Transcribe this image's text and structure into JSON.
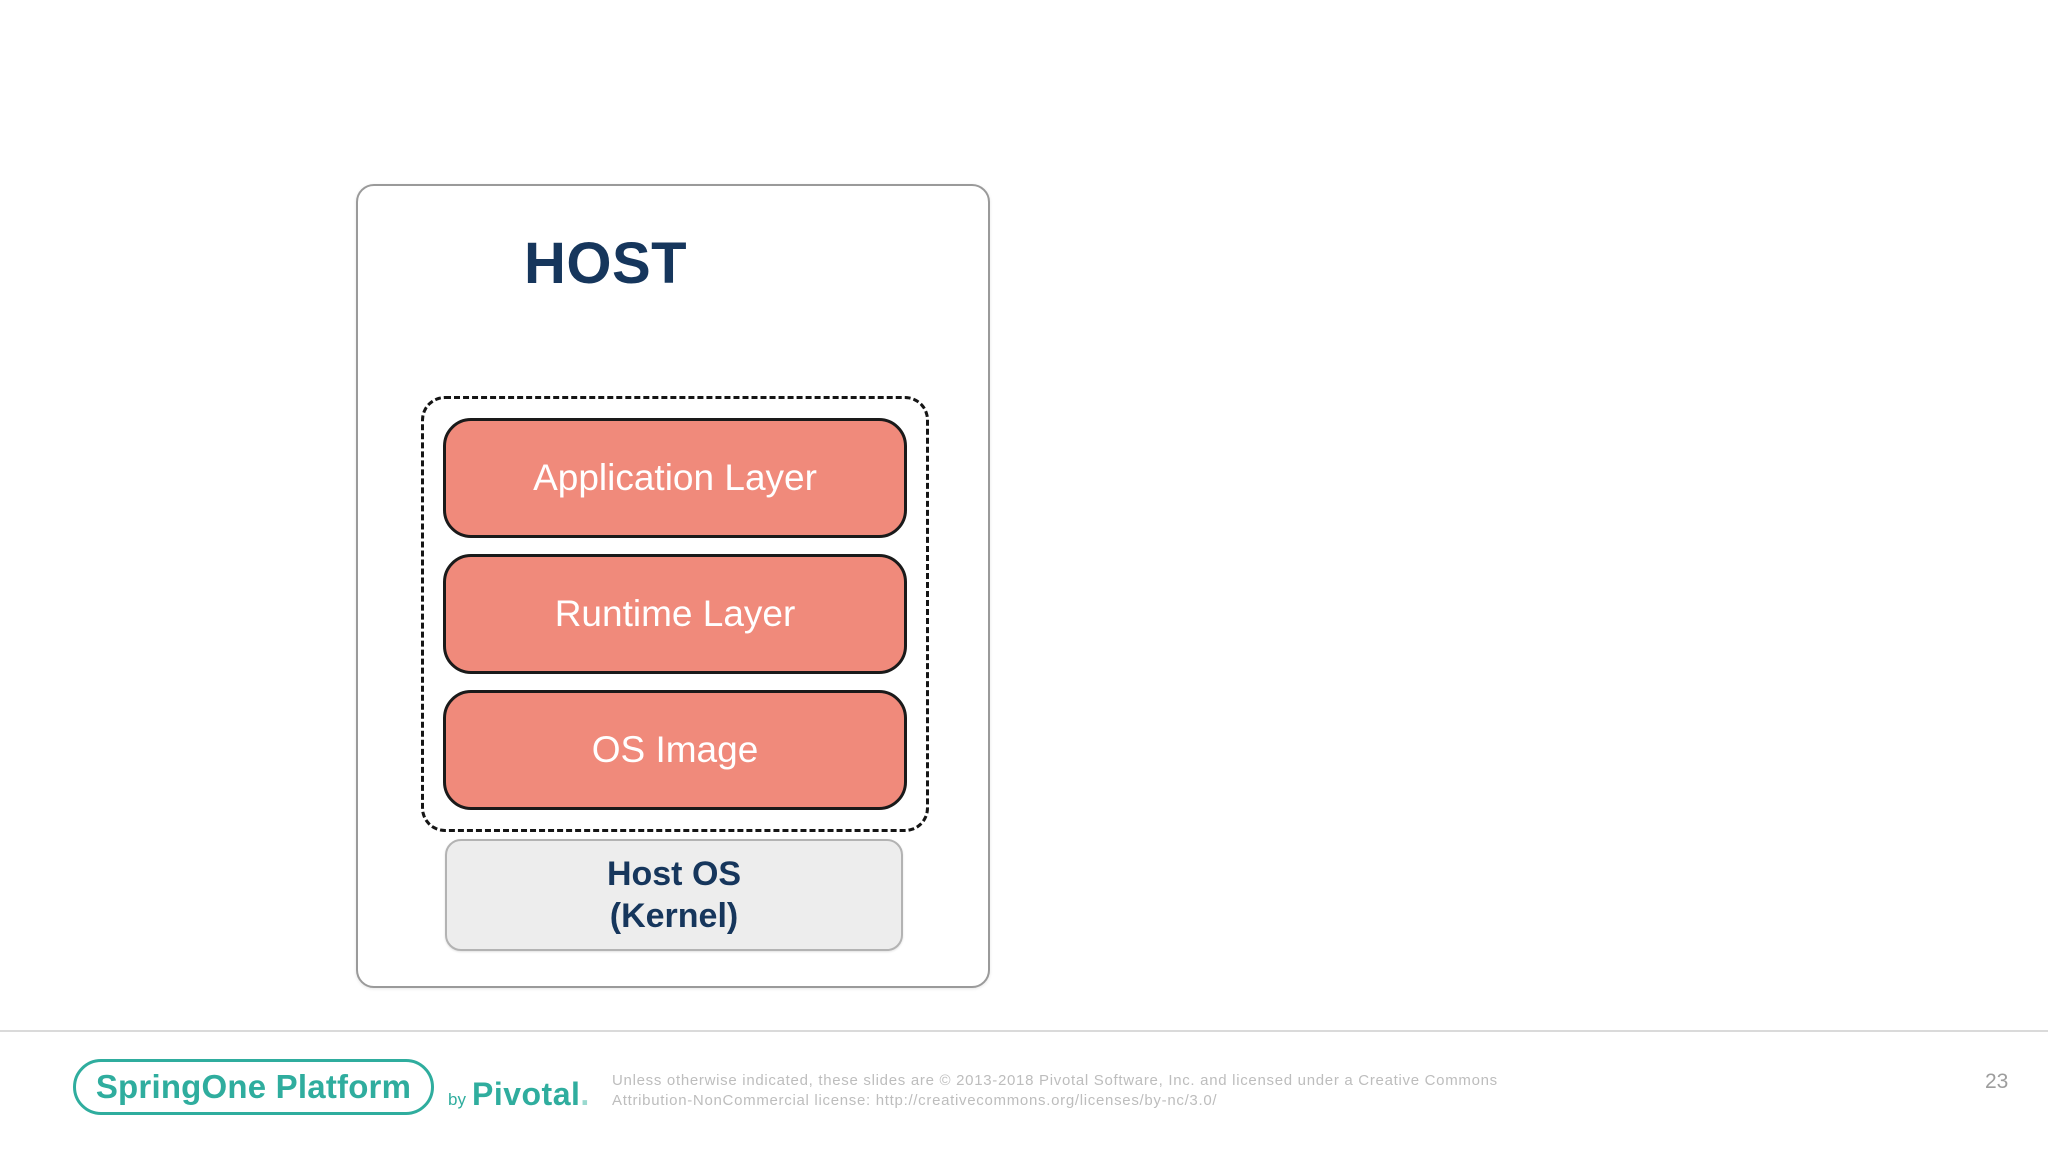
{
  "slide": {
    "diagram": {
      "title": "HOST",
      "layers": [
        {
          "label": "Application Layer"
        },
        {
          "label": "Runtime Layer"
        },
        {
          "label": "OS Image"
        }
      ],
      "base": {
        "line1": "Host OS",
        "line2": "(Kernel)"
      },
      "colors": {
        "layer_fill": "#f08a7b",
        "layer_border": "#1a1a1a",
        "layer_text": "#ffffff",
        "title_navy": "#16365c",
        "base_fill": "#ededed",
        "outer_border": "#9a9a9a"
      }
    },
    "footer": {
      "logo": "SpringOne Platform",
      "byline": {
        "prefix": "by",
        "brand": "Pivotal",
        "dot": "."
      },
      "license_line1": "Unless otherwise indicated, these slides are © 2013-2018 Pivotal Software, Inc. and licensed under a Creative Commons",
      "license_line2": "Attribution-NonCommercial license: http://creativecommons.org/licenses/by-nc/3.0/",
      "page_number": "23",
      "accent_teal": "#2fad9e"
    }
  }
}
